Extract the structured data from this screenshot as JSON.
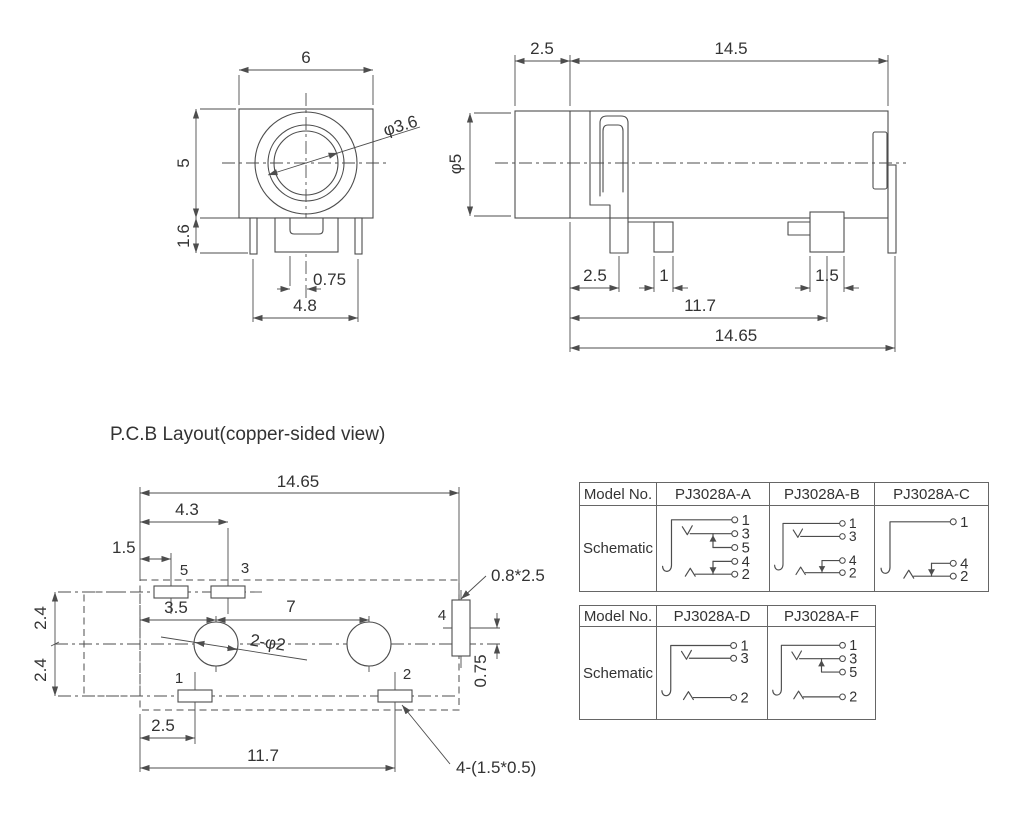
{
  "front_view": {
    "width": "6",
    "height": "5",
    "pin_length": "1.6",
    "jack_diameter": "φ3.6",
    "pin_offset": "0.75",
    "pin_span": "4.8"
  },
  "side_view": {
    "bushing_length": "2.5",
    "body_length": "14.5",
    "body_diameter": "φ5",
    "pin1_offset": "2.5",
    "pin2_width": "1",
    "pin3_width": "1.5",
    "pin_span": "11.7",
    "total_length": "14.65"
  },
  "pcb_layout": {
    "title": "P.C.B Layout(copper-sided view)",
    "total_width": "14.65",
    "pad3_offset": "4.3",
    "pad5_offset": "1.5",
    "hole1_offset": "3.5",
    "hole_pitch": "7",
    "holes_note": "2-φ2",
    "side_pad_note": "0.8*2.5",
    "side_pad_offset": "0.75",
    "pad1_offset": "2.5",
    "pad_pitch": "11.7",
    "pads_note": "4-(1.5*0.5)",
    "upper_half": "2.4",
    "lower_half": "2.4",
    "pads": {
      "p1": "1",
      "p2": "2",
      "p3": "3",
      "p4": "4",
      "p5": "5"
    }
  },
  "model_tables": [
    {
      "header_label": "Model No.",
      "row_label": "Schematic",
      "models": [
        "PJ3028A-A",
        "PJ3028A-B",
        "PJ3028A-C"
      ]
    },
    {
      "header_label": "Model No.",
      "row_label": "Schematic",
      "models": [
        "PJ3028A-D",
        "PJ3028A-F"
      ]
    }
  ],
  "schematics": {
    "A": {
      "pins": [
        "1",
        "3",
        "5",
        "4",
        "2"
      ]
    },
    "B": {
      "pins": [
        "1",
        "3",
        "4",
        "2"
      ]
    },
    "C": {
      "pins": [
        "1",
        "4",
        "2"
      ]
    },
    "D": {
      "pins": [
        "1",
        "3",
        "2"
      ]
    },
    "F": {
      "pins": [
        "1",
        "3",
        "5",
        "2"
      ]
    }
  },
  "colors": {
    "line": "#4d4d4d",
    "text": "#333333",
    "background": "#ffffff"
  }
}
